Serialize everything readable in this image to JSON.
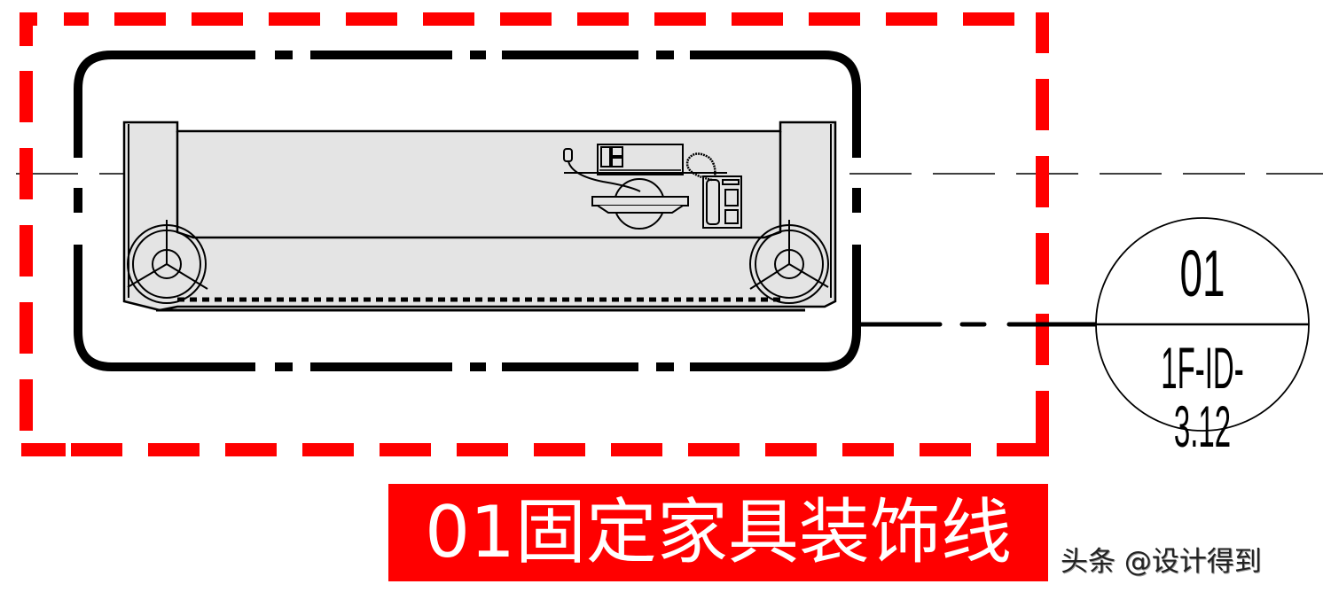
{
  "drawing": {
    "type": "CAD plan detail - fixed furniture decorative line",
    "colors": {
      "highlight_frame": "#ff0000",
      "line": "#000000",
      "furniture_fill": "#e4e4e4",
      "caption_bg": "#ff0000",
      "caption_text": "#ffffff"
    },
    "detail_tag": {
      "number": "01",
      "reference": "1F-ID-3.12"
    },
    "elements": [
      "red-dashed-highlight-frame",
      "rounded-dash-dot-boundary",
      "centerline-dashed",
      "reception-desk",
      "left-swivel-chair",
      "right-swivel-chair",
      "computer-monitor",
      "keyboard",
      "mouse",
      "desk-lamp",
      "telephone",
      "leader-line",
      "detail-callout-circle"
    ]
  },
  "caption": {
    "title": "01固定家具装饰线"
  },
  "watermark": {
    "text": "头条 @设计得到"
  }
}
